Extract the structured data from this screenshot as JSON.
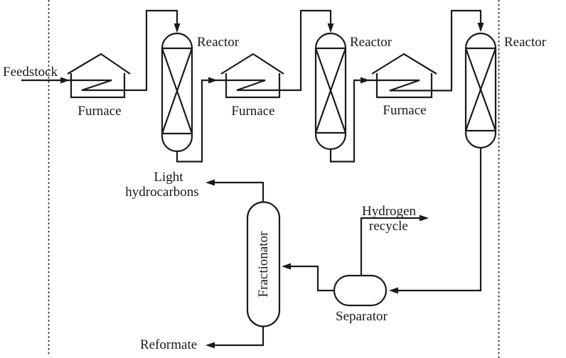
{
  "colors": {
    "ink": "#1a1a1a",
    "paper": "#ffffff"
  },
  "streams": {
    "feedstock": {
      "label": "Feedstock"
    },
    "light_hydrocarbons": {
      "line1": "Light",
      "line2": "hydrocarbons"
    },
    "hydrogen_recycle": {
      "line1": "Hydrogen",
      "line2": "recycle"
    },
    "reformate": {
      "label": "Reformate"
    }
  },
  "equipment": {
    "furnaces": [
      {
        "label": "Furnace"
      },
      {
        "label": "Furnace"
      },
      {
        "label": "Furnace"
      }
    ],
    "reactors": [
      {
        "label": "Reactor"
      },
      {
        "label": "Reactor"
      },
      {
        "label": "Reactor"
      }
    ],
    "separator": {
      "label": "Separator"
    },
    "fractionator": {
      "label": "Fractionator"
    }
  }
}
